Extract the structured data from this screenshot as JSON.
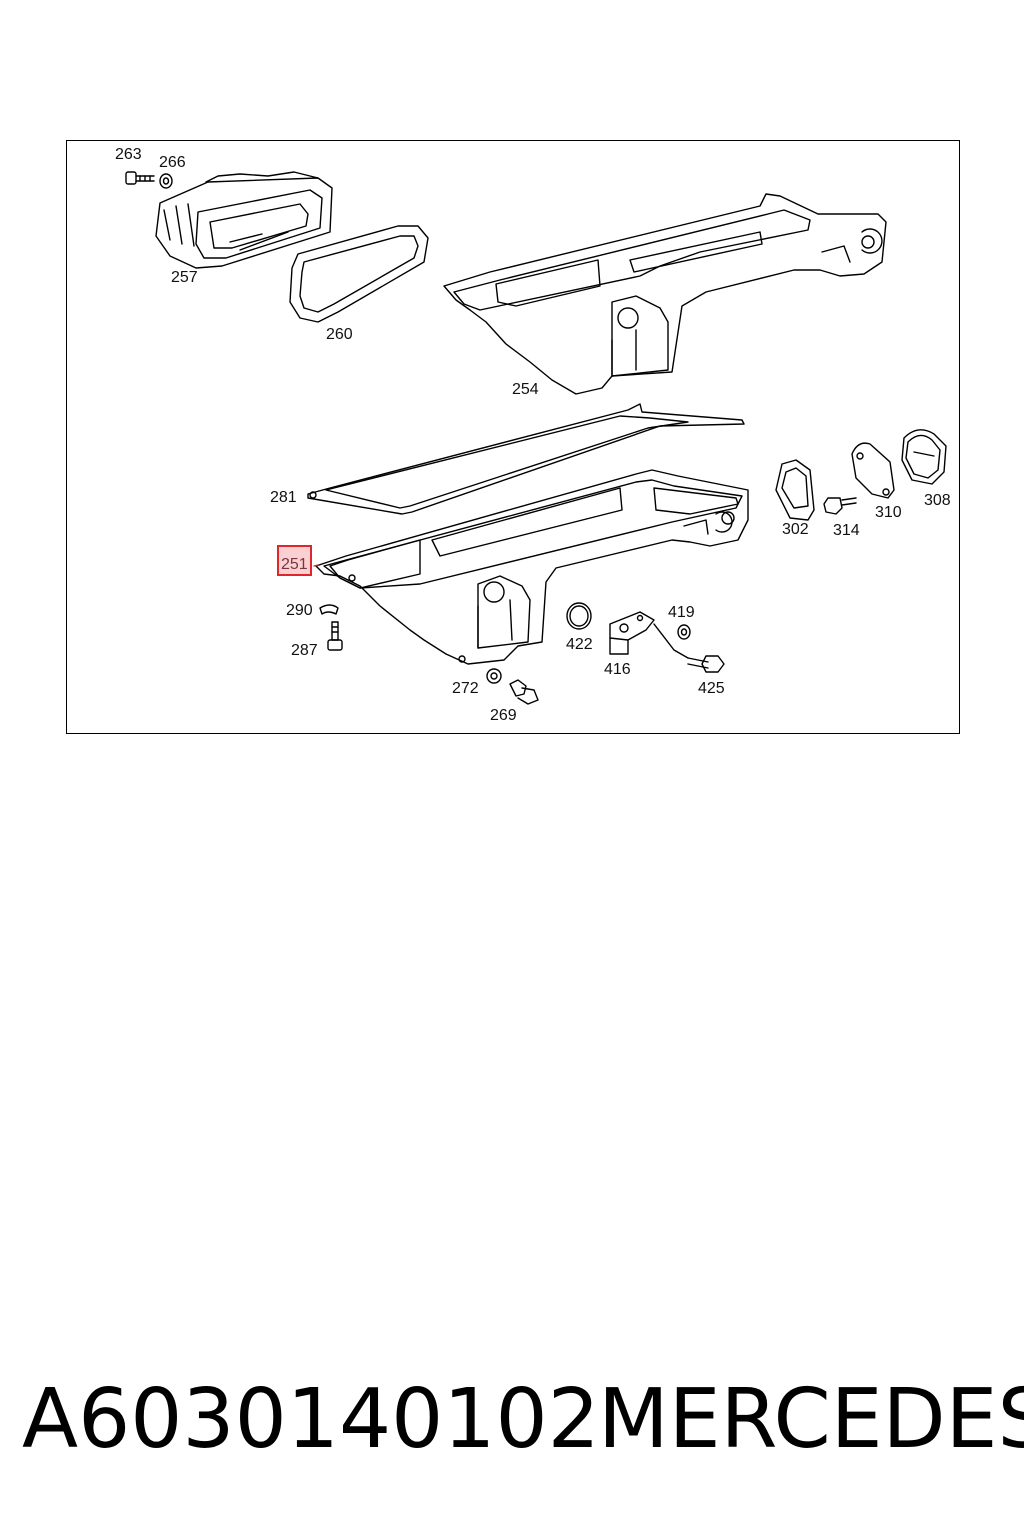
{
  "diagram": {
    "callouts": [
      {
        "id": "263",
        "label": "263"
      },
      {
        "id": "266",
        "label": "266"
      },
      {
        "id": "257",
        "label": "257"
      },
      {
        "id": "260",
        "label": "260"
      },
      {
        "id": "254",
        "label": "254"
      },
      {
        "id": "281",
        "label": "281"
      },
      {
        "id": "251",
        "label": "251",
        "highlighted": true
      },
      {
        "id": "290",
        "label": "290"
      },
      {
        "id": "287",
        "label": "287"
      },
      {
        "id": "272",
        "label": "272"
      },
      {
        "id": "269",
        "label": "269"
      },
      {
        "id": "422",
        "label": "422"
      },
      {
        "id": "416",
        "label": "416"
      },
      {
        "id": "419",
        "label": "419"
      },
      {
        "id": "425",
        "label": "425"
      },
      {
        "id": "302",
        "label": "302"
      },
      {
        "id": "314",
        "label": "314"
      },
      {
        "id": "310",
        "label": "310"
      },
      {
        "id": "308",
        "label": "308"
      }
    ],
    "highlight_color": "#e0262c"
  },
  "footer": {
    "part_number": "A6030140102",
    "brand": "MERCEDES"
  }
}
